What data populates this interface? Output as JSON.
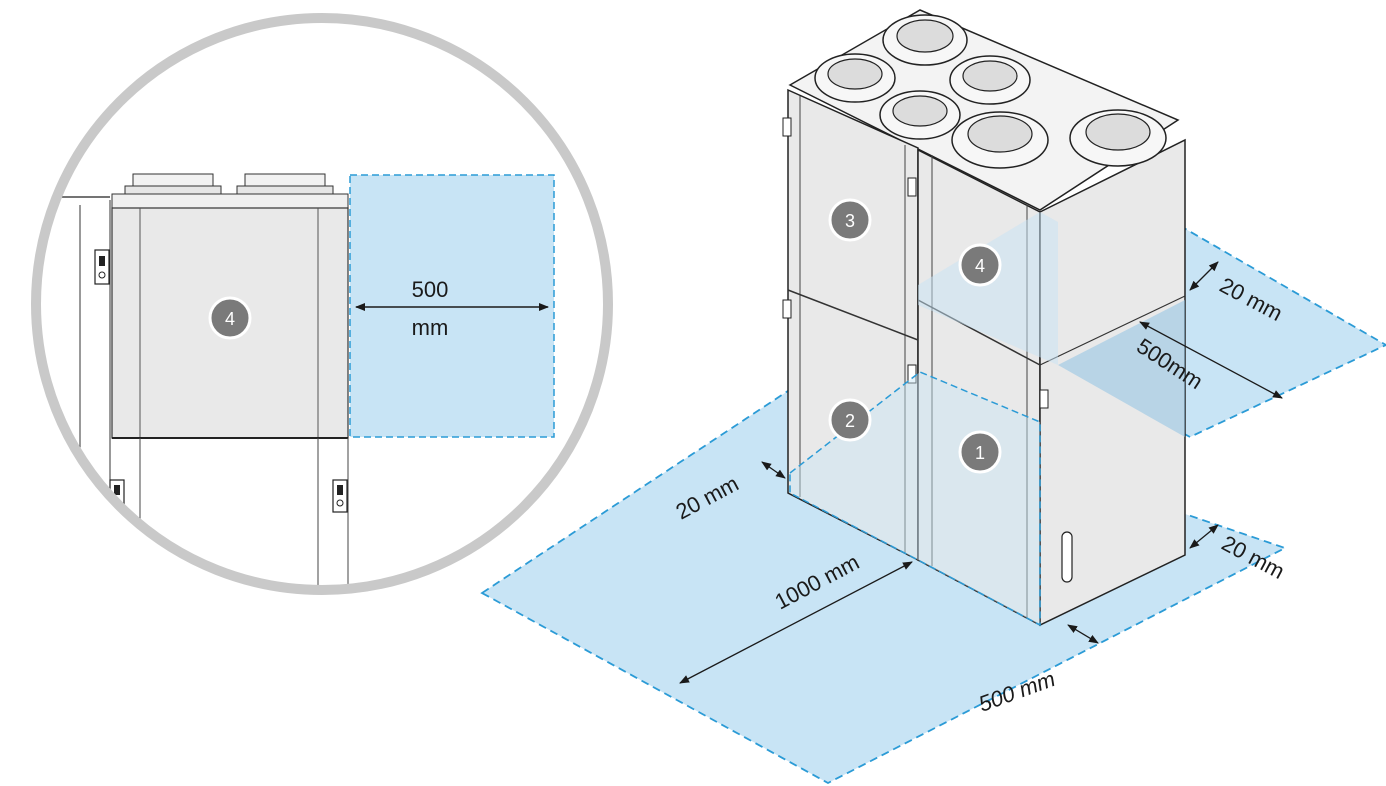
{
  "detail_view": {
    "badge": "4",
    "clearance_value": "500",
    "clearance_unit": "mm"
  },
  "iso_view": {
    "badges": [
      "3",
      "4",
      "2",
      "1"
    ],
    "labels": {
      "top_side_gap": "20 mm",
      "top_side_depth": "500mm",
      "left_gap": "20 mm",
      "front_depth": "1000 mm",
      "right_gap": "20 mm",
      "front_width": "500 mm"
    }
  },
  "colors": {
    "zone_fill": "#c8e4f5",
    "zone_border": "#2b9bd6",
    "zone_fill_dark": "#8fc3e3",
    "badge_fill": "#7a7a7a",
    "ring": "#c9c9c9",
    "panel": "#e9e9e9"
  }
}
